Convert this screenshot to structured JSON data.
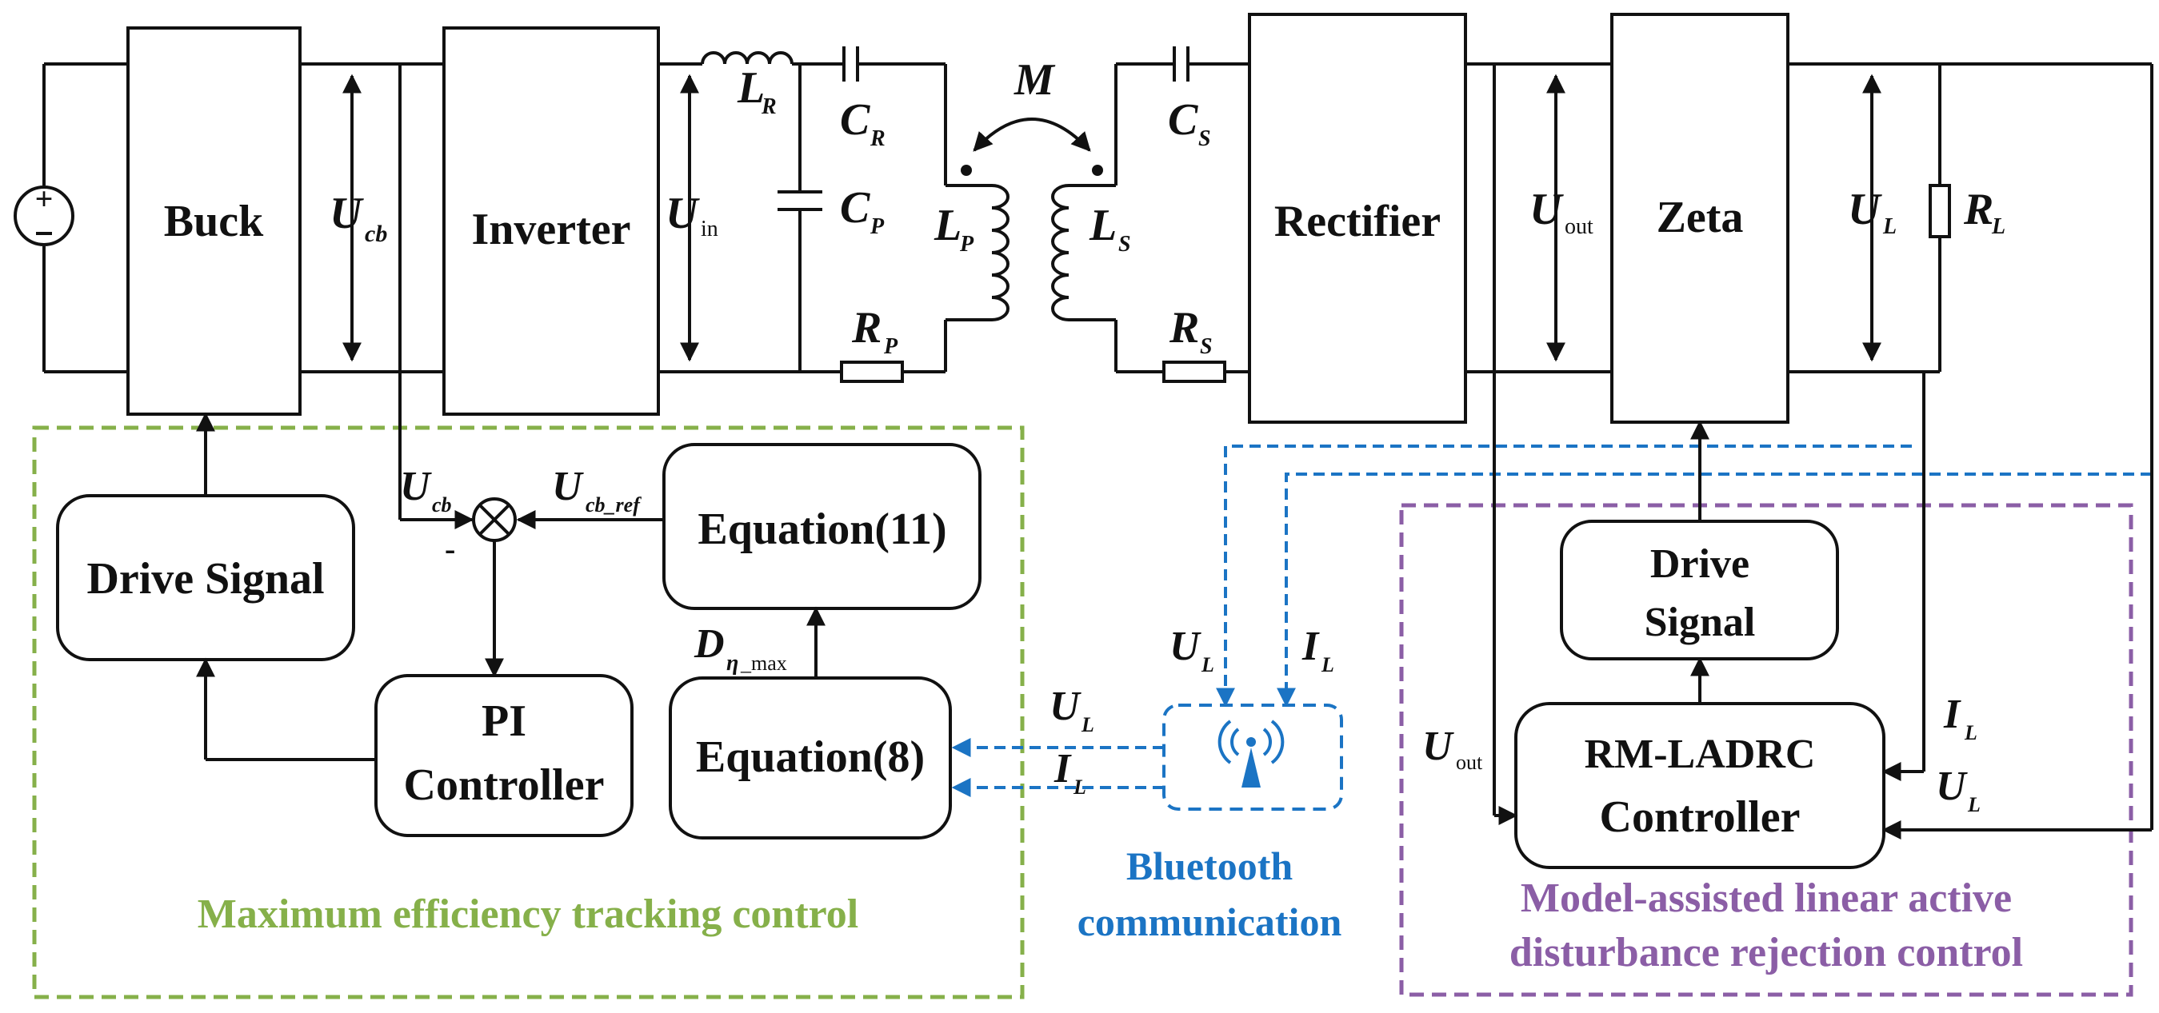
{
  "colors": {
    "wire": "#111111",
    "mefc_border": "#86b04a",
    "bluetooth": "#1b74c4",
    "ladrc_border": "#8b5ea6"
  },
  "blocks": {
    "buck": "Buck",
    "inverter": "Inverter",
    "rectifier": "Rectifier",
    "zeta": "Zeta",
    "drive_signal_left": "Drive Signal",
    "equation11": "Equation(11)",
    "equation8": "Equation(8)",
    "pi_controller": [
      "PI",
      "Controller"
    ],
    "drive_signal_right": [
      "Drive",
      "Signal"
    ],
    "rmladrc_controller": [
      "RM-LADRC",
      "Controller"
    ]
  },
  "symbols": {
    "ucb": {
      "main": "U",
      "sub": "cb"
    },
    "uin": {
      "main": "U",
      "sub": "in"
    },
    "uout": {
      "main": "U",
      "sub": "out"
    },
    "ul": {
      "main": "U",
      "sub": "L"
    },
    "il": {
      "main": "I",
      "sub": "L"
    },
    "lr": {
      "main": "L",
      "sub": "R"
    },
    "cr": {
      "main": "C",
      "sub": "R"
    },
    "cp": {
      "main": "C",
      "sub": "P"
    },
    "rp": {
      "main": "R",
      "sub": "P"
    },
    "lp": {
      "main": "L",
      "sub": "P"
    },
    "ls": {
      "main": "L",
      "sub": "S"
    },
    "cs": {
      "main": "C",
      "sub": "S"
    },
    "rs": {
      "main": "R",
      "sub": "S"
    },
    "rl": {
      "main": "R",
      "sub": "L"
    },
    "m": "M",
    "ucb_ref": {
      "main": "U",
      "sub": "cb_ref"
    },
    "d_eta_max": {
      "main": "D",
      "sub_eta": "η",
      "sub_rest": "_max"
    },
    "minus": "-"
  },
  "captions": {
    "max_efficiency": "Maximum efficiency tracking control",
    "bluetooth": [
      "Bluetooth",
      "communication"
    ],
    "ladrc": [
      "Model-assisted linear active",
      "disturbance rejection control"
    ]
  }
}
